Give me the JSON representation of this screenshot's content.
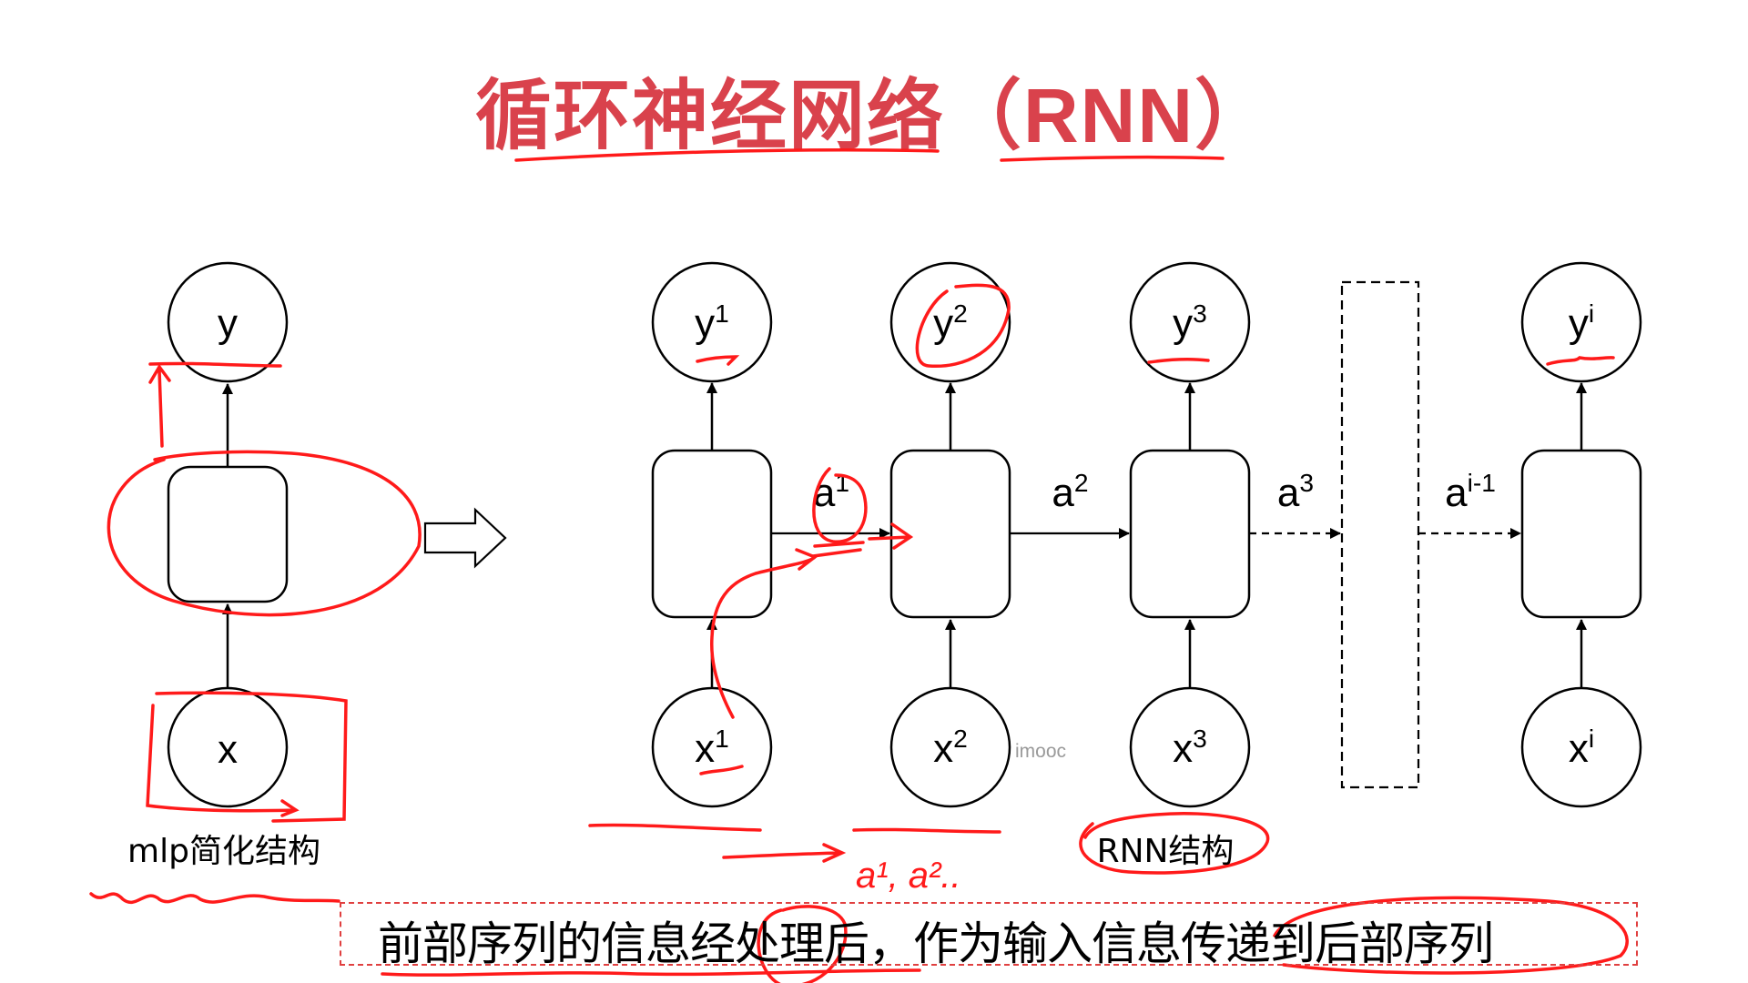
{
  "slide": {
    "title_cn": "循环神经网络",
    "title_en": "（RNN）",
    "title_color": "#d9424c",
    "annotation_color": "#ff1a1a"
  },
  "mlp": {
    "output_node": {
      "base": "y",
      "sup": ""
    },
    "input_node": {
      "base": "x",
      "sup": ""
    },
    "label": "mlp简化结构"
  },
  "transform_arrow": "hollow-right-arrow",
  "rnn": {
    "steps": [
      {
        "output": {
          "base": "y",
          "sup": "1"
        },
        "input": {
          "base": "x",
          "sup": "1"
        }
      },
      {
        "output": {
          "base": "y",
          "sup": "2"
        },
        "input": {
          "base": "x",
          "sup": "2"
        }
      },
      {
        "output": {
          "base": "y",
          "sup": "3"
        },
        "input": {
          "base": "x",
          "sup": "3"
        }
      },
      {
        "output": {
          "base": "y",
          "sup": "i"
        },
        "input": {
          "base": "x",
          "sup": "i"
        }
      }
    ],
    "hidden_states": [
      {
        "base": "a",
        "sup": "1",
        "style": "solid"
      },
      {
        "base": "a",
        "sup": "2",
        "style": "solid"
      },
      {
        "base": "a",
        "sup": "3",
        "style": "dashed"
      },
      {
        "base": "a",
        "sup": "i-1",
        "style": "dashed"
      }
    ],
    "label": "RNN结构"
  },
  "watermark": "imooc",
  "handwritten_note": "a¹, a²..",
  "caption": "前部序列的信息经处理后，作为输入信息传递到后部序列"
}
